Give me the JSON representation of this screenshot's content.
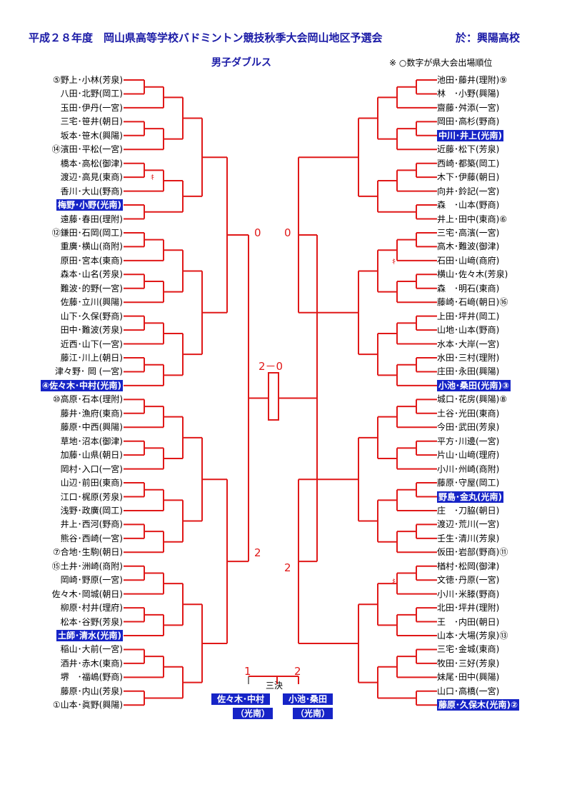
{
  "header": {
    "title": "平成２８年度　岡山県高等学校バドミントン競技秋季大会岡山地区予選会",
    "venue": "於：興陽高校",
    "event": "男子ダブルス",
    "note": "※ ○数字が県大会出場順位"
  },
  "left_entries": [
    {
      "name": "⑤野上･小林(芳泉)",
      "highlight": false
    },
    {
      "name": "八田･北野(岡工)",
      "highlight": false
    },
    {
      "name": "玉田･伊丹(一宮)",
      "highlight": false
    },
    {
      "name": "三宅･笹井(朝日)",
      "highlight": false
    },
    {
      "name": "坂本･笹木(興陽)",
      "highlight": false
    },
    {
      "name": "⑭濱田･平松(一宮)",
      "highlight": false
    },
    {
      "name": "橋本･高松(御津)",
      "highlight": false
    },
    {
      "name": "渡辺･高見(東商)",
      "highlight": false
    },
    {
      "name": "香川･大山(野商)",
      "highlight": false
    },
    {
      "name": "梅野･小野(光南)",
      "highlight": true
    },
    {
      "name": "遠藤･春田(理附)",
      "highlight": false
    },
    {
      "name": "⑫鎌田･石岡(岡工)",
      "highlight": false
    },
    {
      "name": "重廣･横山(商附)",
      "highlight": false
    },
    {
      "name": "原田･宮本(東商)",
      "highlight": false
    },
    {
      "name": "森本･山名(芳泉)",
      "highlight": false
    },
    {
      "name": "難波･的野(一宮)",
      "highlight": false
    },
    {
      "name": "佐藤･立川(興陽)",
      "highlight": false
    },
    {
      "name": "山下･久保(野商)",
      "highlight": false
    },
    {
      "name": "田中･難波(芳泉)",
      "highlight": false
    },
    {
      "name": "近西･山下(一宮)",
      "highlight": false
    },
    {
      "name": "藤江･川上(朝日)",
      "highlight": false
    },
    {
      "name": "津々野･ 岡 (一宮)",
      "highlight": false
    },
    {
      "name": "④佐々木･中村(光南)",
      "highlight": true
    },
    {
      "name": "⑩高原･石本(理附)",
      "highlight": false
    },
    {
      "name": "藤井･漁府(東商)",
      "highlight": false
    },
    {
      "name": "藤原･中西(興陽)",
      "highlight": false
    },
    {
      "name": "草地･沼本(御津)",
      "highlight": false
    },
    {
      "name": "加藤･山県(朝日)",
      "highlight": false
    },
    {
      "name": "岡村･入口(一宮)",
      "highlight": false
    },
    {
      "name": "山辺･前田(東商)",
      "highlight": false
    },
    {
      "name": "江口･梶原(芳泉)",
      "highlight": false
    },
    {
      "name": "浅野･政廣(岡工)",
      "highlight": false
    },
    {
      "name": "井上･西河(野商)",
      "highlight": false
    },
    {
      "name": "熊谷･西崎(一宮)",
      "highlight": false
    },
    {
      "name": "⑦合地･生駒(朝日)",
      "highlight": false
    },
    {
      "name": "⑮土井･洲崎(商附)",
      "highlight": false
    },
    {
      "name": "岡崎･野原(一宮)",
      "highlight": false
    },
    {
      "name": "佐々木･岡城(朝日)",
      "highlight": false
    },
    {
      "name": "柳原･村井(理府)",
      "highlight": false
    },
    {
      "name": "松本･谷野(芳泉)",
      "highlight": false
    },
    {
      "name": "土師･清水(光南)",
      "highlight": true
    },
    {
      "name": "稲山･大前(一宮)",
      "highlight": false
    },
    {
      "name": "酒井･赤木(東商)",
      "highlight": false
    },
    {
      "name": "堺　･福嶋(野商)",
      "highlight": false
    },
    {
      "name": "藤原･内山(芳泉)",
      "highlight": false
    },
    {
      "name": "①山本･眞野(興陽)",
      "highlight": false
    }
  ],
  "right_entries": [
    {
      "name": "池田･藤井(理附)⑨",
      "highlight": false
    },
    {
      "name": "林　･小野(興陽)",
      "highlight": false
    },
    {
      "name": "齋藤･舛添(一宮)",
      "highlight": false
    },
    {
      "name": "岡田･高杉(野商)",
      "highlight": false
    },
    {
      "name": "中川･井上(光南)",
      "highlight": true
    },
    {
      "name": "近藤･松下(芳泉)",
      "highlight": false
    },
    {
      "name": "西崎･都築(岡工)",
      "highlight": false
    },
    {
      "name": "木下･伊藤(朝日)",
      "highlight": false
    },
    {
      "name": "向井･鈴記(一宮)",
      "highlight": false
    },
    {
      "name": "森　･山本(野商)",
      "highlight": false
    },
    {
      "name": "井上･田中(東商)⑥",
      "highlight": false
    },
    {
      "name": "三宅･高濱(一宮)",
      "highlight": false
    },
    {
      "name": "高木･難波(御津)",
      "highlight": false
    },
    {
      "name": "石田･山﨑(商府)",
      "highlight": false
    },
    {
      "name": "横山･佐々木(芳泉)",
      "highlight": false
    },
    {
      "name": "森　･明石(東商)",
      "highlight": false
    },
    {
      "name": "藤崎･石﨑(朝日)⑯",
      "highlight": false
    },
    {
      "name": "上田･坪井(岡工)",
      "highlight": false
    },
    {
      "name": "山地･山本(野商)",
      "highlight": false
    },
    {
      "name": "水本･大岸(一宮)",
      "highlight": false
    },
    {
      "name": "水田･三村(理附)",
      "highlight": false
    },
    {
      "name": "庄田･永田(興陽)",
      "highlight": false
    },
    {
      "name": "小池･桑田(光南)③",
      "highlight": true
    },
    {
      "name": "城口･花房(興陽)⑧",
      "highlight": false
    },
    {
      "name": "土谷･光田(東商)",
      "highlight": false
    },
    {
      "name": "今田･武田(芳泉)",
      "highlight": false
    },
    {
      "name": "平方･川邊(一宮)",
      "highlight": false
    },
    {
      "name": "片山･山﨑(理府)",
      "highlight": false
    },
    {
      "name": "小川･州崎(商附)",
      "highlight": false
    },
    {
      "name": "藤原･守屋(岡工)",
      "highlight": false
    },
    {
      "name": "野島･金丸(光南)",
      "highlight": true
    },
    {
      "name": "庄　･刀脇(朝日)",
      "highlight": false
    },
    {
      "name": "渡辺･荒川(一宮)",
      "highlight": false
    },
    {
      "name": "壬生･清川(芳泉)",
      "highlight": false
    },
    {
      "name": "仮田･岩部(野商)⑪",
      "highlight": false
    },
    {
      "name": "楢村･松岡(御津)",
      "highlight": false
    },
    {
      "name": "文徳･丹原(一宮)",
      "highlight": false
    },
    {
      "name": "小川･米滕(野商)",
      "highlight": false
    },
    {
      "name": "北田･坪井(理附)",
      "highlight": false
    },
    {
      "name": "王　･内田(朝日)",
      "highlight": false
    },
    {
      "name": "山本･大場(芳泉)⑬",
      "highlight": false
    },
    {
      "name": "三宅･金城(東商)",
      "highlight": false
    },
    {
      "name": "牧田･三好(芳泉)",
      "highlight": false
    },
    {
      "name": "妹尾･田中(興陽)",
      "highlight": false
    },
    {
      "name": "山口･高橋(一宮)",
      "highlight": false
    },
    {
      "name": "藤原･久保木(光南)②",
      "highlight": true
    }
  ],
  "scores": {
    "semi_left_top": "0",
    "semi_right_top": "0",
    "final": "2－0",
    "semi_left_bottom": "2",
    "semi_right_bottom": "2"
  },
  "third_place": {
    "label": "三決",
    "score_left": "1",
    "score_right": "2",
    "left_name": "佐々木･中村",
    "left_school": "（光南）",
    "right_name": "小池･桑田",
    "right_school": "（光南）"
  },
  "marks": {
    "left_mark": "ｷ",
    "right_mark_1": "ｷ",
    "right_mark_2": "ｷ"
  }
}
